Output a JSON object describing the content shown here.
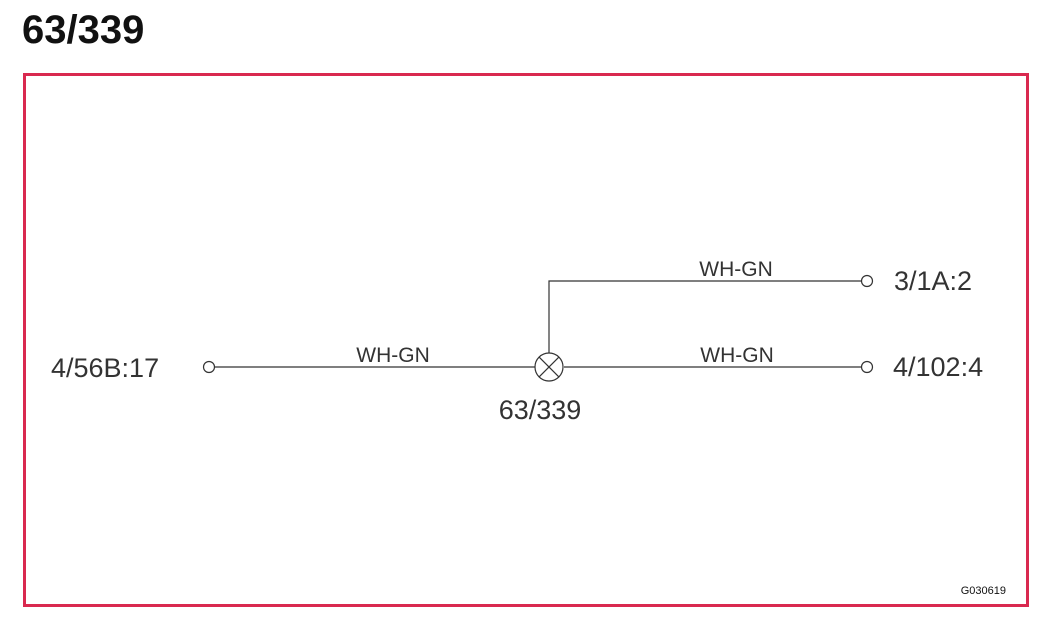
{
  "title": "63/339",
  "diagram": {
    "splice_label": "63/339",
    "terminals": {
      "left": "4/56B:17",
      "right_top": "3/1A:2",
      "right_bottom": "4/102:4"
    },
    "wires": {
      "left": "WH-GN",
      "right_top": "WH-GN",
      "right_bottom": "WH-GN"
    },
    "drawing_code": "G030619"
  },
  "colors": {
    "frame": "#d9294f",
    "line": "#333333"
  }
}
